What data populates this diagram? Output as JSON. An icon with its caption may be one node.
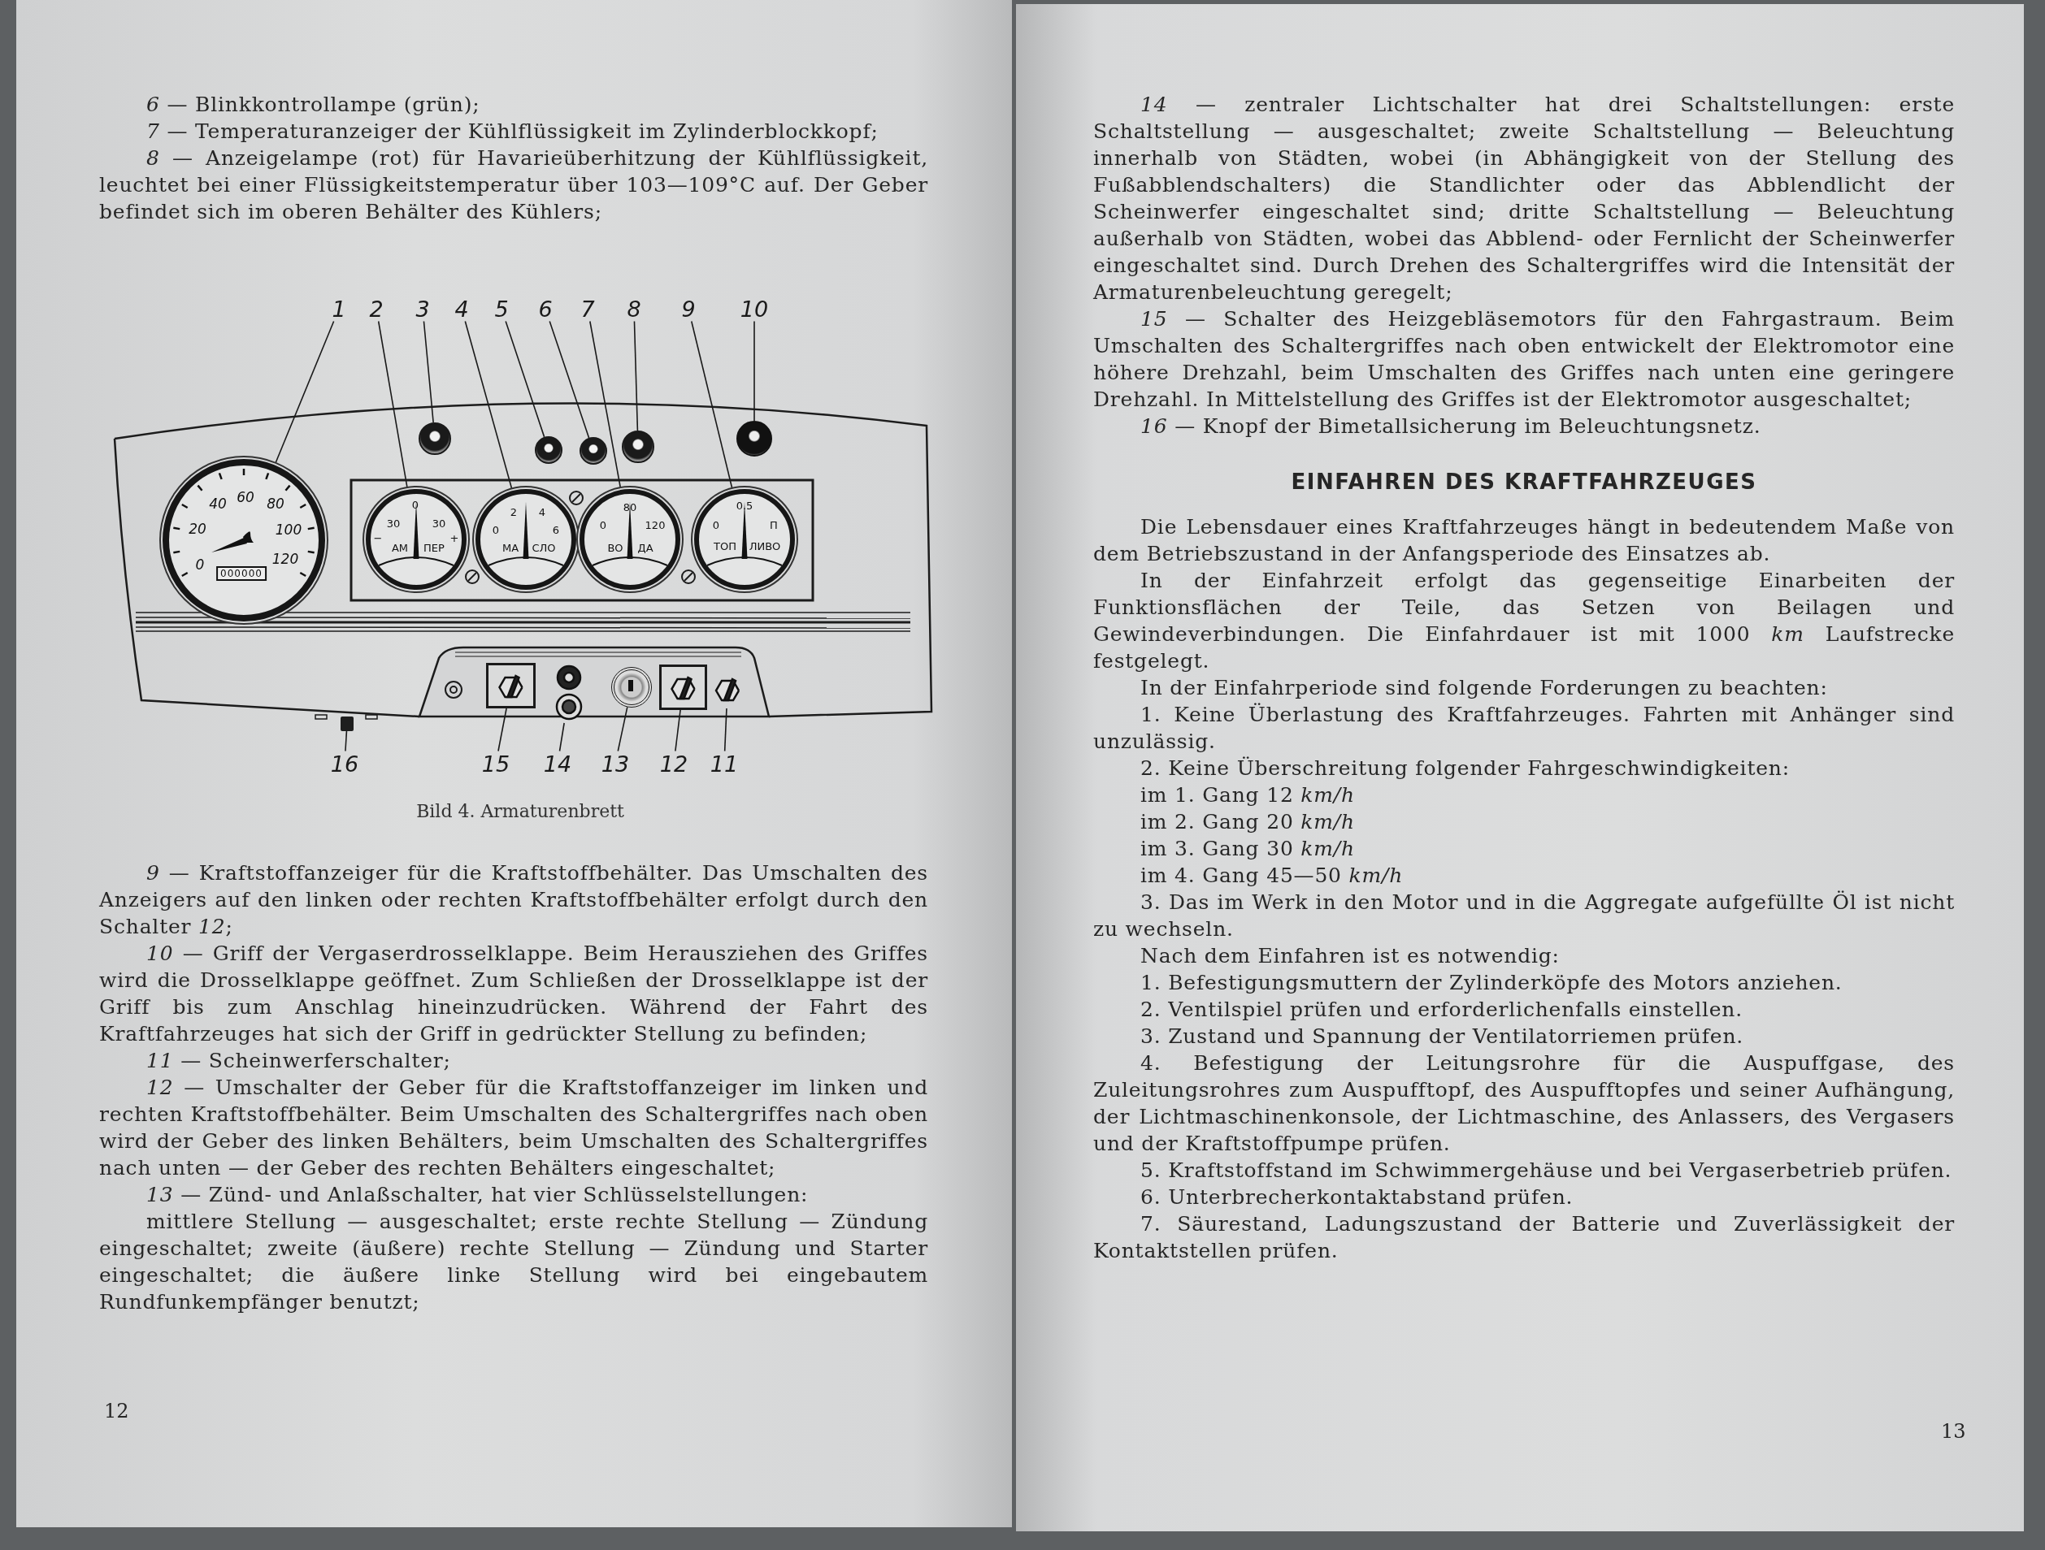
{
  "diagram": {
    "title": "EINFAHREN DES KRAFTFAHRZEUGES",
    "caption": "Bild 4. Armaturenbrett",
    "nodes": [
      {
        "text": [
          "1"
        ]
      },
      {
        "text": [
          "2"
        ]
      },
      {
        "text": [
          "3"
        ]
      },
      {
        "text": [
          "4"
        ]
      },
      {
        "text": [
          "5"
        ]
      },
      {
        "text": [
          "6"
        ]
      },
      {
        "text": [
          "7"
        ]
      },
      {
        "text": [
          "8"
        ]
      },
      {
        "text": [
          "9"
        ]
      },
      {
        "text": [
          "10"
        ]
      },
      {
        "text": [
          "0",
          "20",
          "40",
          "60",
          "80",
          "100",
          "120",
          "000000"
        ]
      },
      {
        "text": [],
        "shape": "circle"
      },
      {
        "text": [
          "0",
          "30",
          "30",
          "−",
          "+",
          "АМ",
          "ПЕР"
        ]
      },
      {
        "text": [
          "2",
          "4",
          "0",
          "6",
          "МА",
          "СЛО"
        ]
      },
      {
        "text": [],
        "shape": "circle"
      },
      {
        "text": [],
        "shape": "circle"
      },
      {
        "text": [],
        "shape": "circle"
      },
      {
        "text": [
          "80",
          "0",
          "120",
          "ВО",
          "ДА"
        ]
      },
      {
        "text": [
          "0.5",
          "0",
          "П",
          "ТОП",
          "ЛИВО"
        ]
      },
      {
        "text": [],
        "shape": "circle"
      },
      {
        "text": [],
        "shape": "box"
      },
      {
        "text": [],
        "shape": "picture"
      },
      {
        "text": [],
        "shape": "picture"
      },
      {
        "text": [],
        "shape": "circle"
      },
      {
        "text": [],
        "shape": "picture"
      },
      {
        "text": [],
        "shape": "picture"
      },
      {
        "text": [
          "16"
        ]
      },
      {
        "text": [
          "15"
        ]
      },
      {
        "text": [
          "14"
        ]
      },
      {
        "text": [
          "13"
        ]
      },
      {
        "text": [
          "12"
        ]
      },
      {
        "text": [
          "11"
        ]
      }
    ],
    "edges": [
      {
        "from": 0,
        "to": 10,
        "arrow": "none"
      },
      {
        "from": 1,
        "to": 12,
        "arrow": "none"
      },
      {
        "from": 2,
        "to": 11,
        "arrow": "none"
      },
      {
        "from": 3,
        "to": 13,
        "arrow": "none"
      },
      {
        "from": 4,
        "to": 14,
        "arrow": "none"
      },
      {
        "from": 5,
        "to": 15,
        "arrow": "none"
      },
      {
        "from": 6,
        "to": 17,
        "arrow": "none"
      },
      {
        "from": 7,
        "to": 16,
        "arrow": "none"
      },
      {
        "from": 8,
        "to": 18,
        "arrow": "none"
      },
      {
        "from": 9,
        "to": 19,
        "arrow": "none"
      },
      {
        "from": 26,
        "to": 20,
        "arrow": "none"
      },
      {
        "from": 27,
        "to": 21,
        "arrow": "none"
      },
      {
        "from": 28,
        "to": 22,
        "arrow": "none"
      },
      {
        "from": 29,
        "to": 23,
        "arrow": "none"
      },
      {
        "from": 30,
        "to": 24,
        "arrow": "none"
      },
      {
        "from": 31,
        "to": 25,
        "arrow": "none"
      }
    ],
    "labels": [
      "*6* — Blinkkontrollampe (grün);",
      "*7* — Temperaturanzeiger der Kühlflüssigkeit im Zylinderblockkopf;",
      "*8* — Anzeigelampe (rot) für Havarieüberhitzung der Kühlflüssigkeit, leuchtet bei einer Flüssigkeitstemperatur über 103—109°C auf. Der Geber befindet sich im oberen Behälter des Kühlers;",
      "*9* — Kraftstoffanzeiger für die Kraftstoffbehälter. Das Umschalten des Anzeigers auf den linken oder rechten Kraftstoffbehälter erfolgt durch den Schalter *12*;",
      "*10* — Griff der Vergaserdrosselklappe. Beim Herausziehen des Griffes wird die Drosselklappe geöffnet. Zum Schließen der Drosselklappe ist der Griff bis zum Anschlag hineinzudrücken. Während der Fahrt des Kraftfahrzeuges hat sich der Griff in gedrückter Stellung zu befinden;",
      "*11* — Scheinwerferschalter;",
      "*12* — Umschalter der Geber für die Kraftstoffanzeiger im linken und rechten Kraftstoffbehälter. Beim Umschalten des Schaltergriffes nach oben wird der Geber des linken Behälters, beim Umschalten des Schaltergriffes nach unten — der Geber des rechten Behälters eingeschaltet;",
      "*13* — Zünd- und Anlaßschalter, hat vier Schlüsselstellungen:",
      "mittlere Stellung — ausgeschaltet; erste rechte Stellung — Zündung eingeschaltet; zweite (äußere) rechte Stellung — Zündung und Starter eingeschaltet; die äußere linke Stellung wird bei eingebautem Rundfunkempfänger benutzt;",
      "12",
      "*14* — zentraler Lichtschalter hat drei Schaltstellungen: erste Schaltstellung — ausgeschaltet; zweite Schaltstellung — Beleuchtung innerhalb von Städten, wobei (in Abhängigkeit von der Stellung des Fußabblendschalters) die Standlichter oder das Abblendlicht der Scheinwerfer eingeschaltet sind; dritte Schaltstellung — Beleuchtung außerhalb von Städten, wobei das Abblend- oder Fernlicht der Scheinwerfer eingeschaltet sind. Durch Drehen des Schaltergriffes wird die Intensität der Armaturenbeleuchtung geregelt;",
      "*15* — Schalter des Heizgebläsemotors für den Fahrgastraum. Beim Umschalten des Schaltergriffes nach oben entwickelt der Elektromotor eine höhere Drehzahl, beim Umschalten des Griffes nach unten eine geringere Drehzahl. In Mittelstellung des Griffes ist der Elektromotor ausgeschaltet;",
      "*16* — Knopf der Bimetallsicherung im Beleuchtungsnetz.",
      "Die Lebensdauer eines Kraftfahrzeuges hängt in bedeutendem Maße von dem Betriebszustand in der Anfangsperiode des Einsatzes ab.",
      "In der Einfahrzeit erfolgt das gegenseitige Einarbeiten der Funktionsflächen der Teile, das Setzen von Beilagen und Gewindeverbindungen. Die Einfahrdauer ist mit 1000 *km* Laufstrecke festgelegt.",
      "In der Einfahrperiode sind folgende Forderungen zu beachten:",
      "1. Keine Überlastung des Kraftfahrzeuges. Fahrten mit Anhänger sind unzulässig.",
      "2. Keine Überschreitung folgender Fahrgeschwindigkeiten:",
      "im 1. Gang 12 *km/h*",
      "im 2. Gang 20 *km/h*",
      "im 3. Gang 30 *km/h*",
      "im 4. Gang 45—50 *km/h*",
      "3. Das im Werk in den Motor und in die Aggregate aufgefüllte Öl ist nicht zu wechseln.",
      "Nach dem Einfahren ist es notwendig:",
      "1. Befestigungsmuttern der Zylinderköpfe des Motors anziehen.",
      "2. Ventilspiel prüfen und erforderlichenfalls einstellen.",
      "3. Zustand und Spannung der Ventilatorriemen prüfen.",
      "4. Befestigung der Leitungsrohre für die Auspuffgase, des Zuleitungsrohres zum Auspufftopf, des Auspufftopfes und seiner Aufhängung, der Lichtmaschinenkonsole, der Lichtmaschine, des Anlassers, des Vergasers und der Kraftstoffpumpe prüfen.",
      "5. Kraftstoffstand im Schwimmergehäuse und bei Vergaserbetrieb prüfen.",
      "6. Unterbrecherkontaktabstand prüfen.",
      "7. Säurestand, Ladungszustand der Batterie und Zuverlässigkeit der Kontaktstellen prüfen.",
      "13"
    ]
  }
}
